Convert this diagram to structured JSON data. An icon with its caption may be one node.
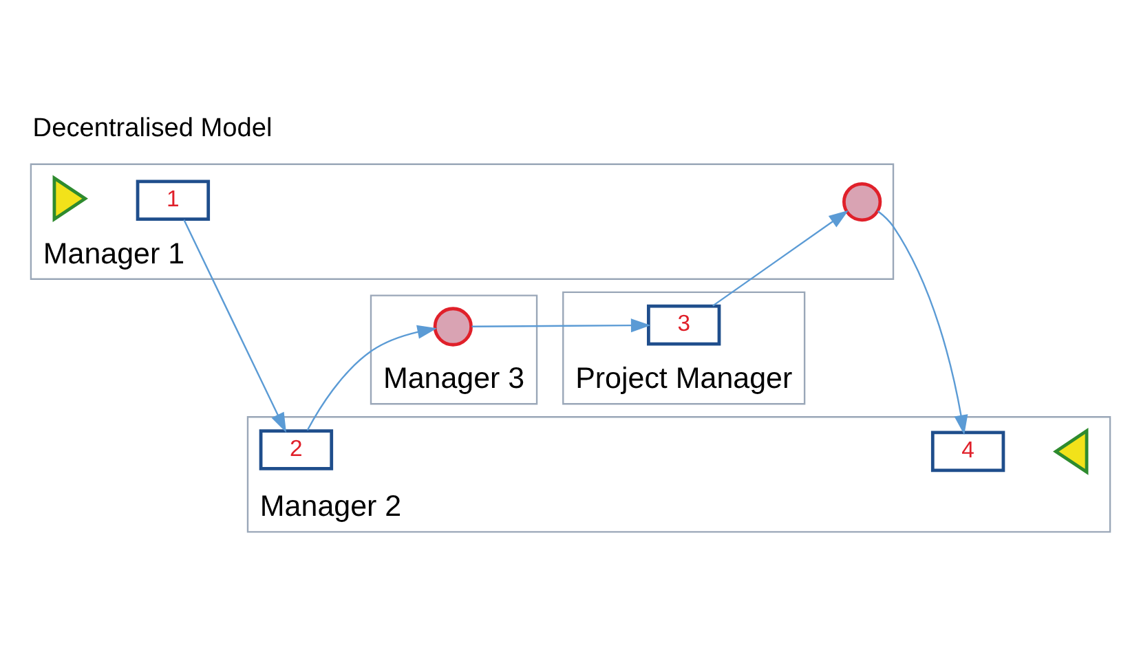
{
  "diagram": {
    "title": "Decentralised Model",
    "nodes": [
      {
        "text": [
          "Manager 1"
        ]
      },
      {
        "text": [],
        "shape": "triangle",
        "in": 0
      },
      {
        "text": [
          "1"
        ],
        "in": 0
      },
      {
        "text": [],
        "shape": "circle",
        "in": 0
      },
      {
        "text": [
          "Manager 2"
        ]
      },
      {
        "text": [
          "2"
        ],
        "in": 4
      },
      {
        "text": [
          "4"
        ],
        "in": 4
      },
      {
        "text": [],
        "shape": "triangle",
        "in": 4
      },
      {
        "text": [
          "Project Manager"
        ]
      },
      {
        "text": [
          "3"
        ],
        "in": 8
      },
      {
        "text": [
          "Manager 3"
        ]
      },
      {
        "text": [],
        "shape": "circle",
        "in": 10
      }
    ],
    "edges": [
      {
        "from": 2,
        "to": 5,
        "arrow": "to"
      },
      {
        "from": 5,
        "to": 11,
        "arrow": "to"
      },
      {
        "from": 11,
        "to": 9,
        "arrow": "to"
      },
      {
        "from": 9,
        "to": 3,
        "arrow": "to"
      },
      {
        "from": 3,
        "to": 6,
        "arrow": "to"
      }
    ]
  }
}
